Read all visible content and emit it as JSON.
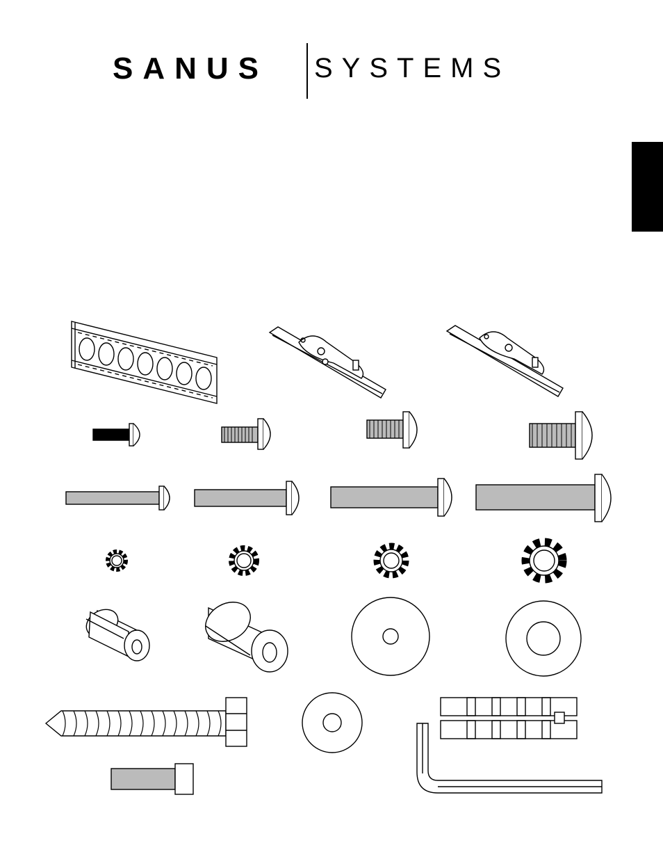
{
  "logo": {
    "brand_bold": "SANUS",
    "brand_light": "SYSTEMS"
  },
  "colors": {
    "ink": "#000000",
    "paper": "#ffffff",
    "tab": "#000000"
  },
  "parts": [
    {
      "name": "mounting-plate"
    },
    {
      "name": "tv-bracket"
    },
    {
      "name": "screws"
    },
    {
      "name": "lock-washers"
    },
    {
      "name": "spacers"
    },
    {
      "name": "washers"
    },
    {
      "name": "lag-bolt"
    },
    {
      "name": "wall-anchor"
    },
    {
      "name": "hex-key"
    },
    {
      "name": "socket-cap-screw"
    }
  ]
}
